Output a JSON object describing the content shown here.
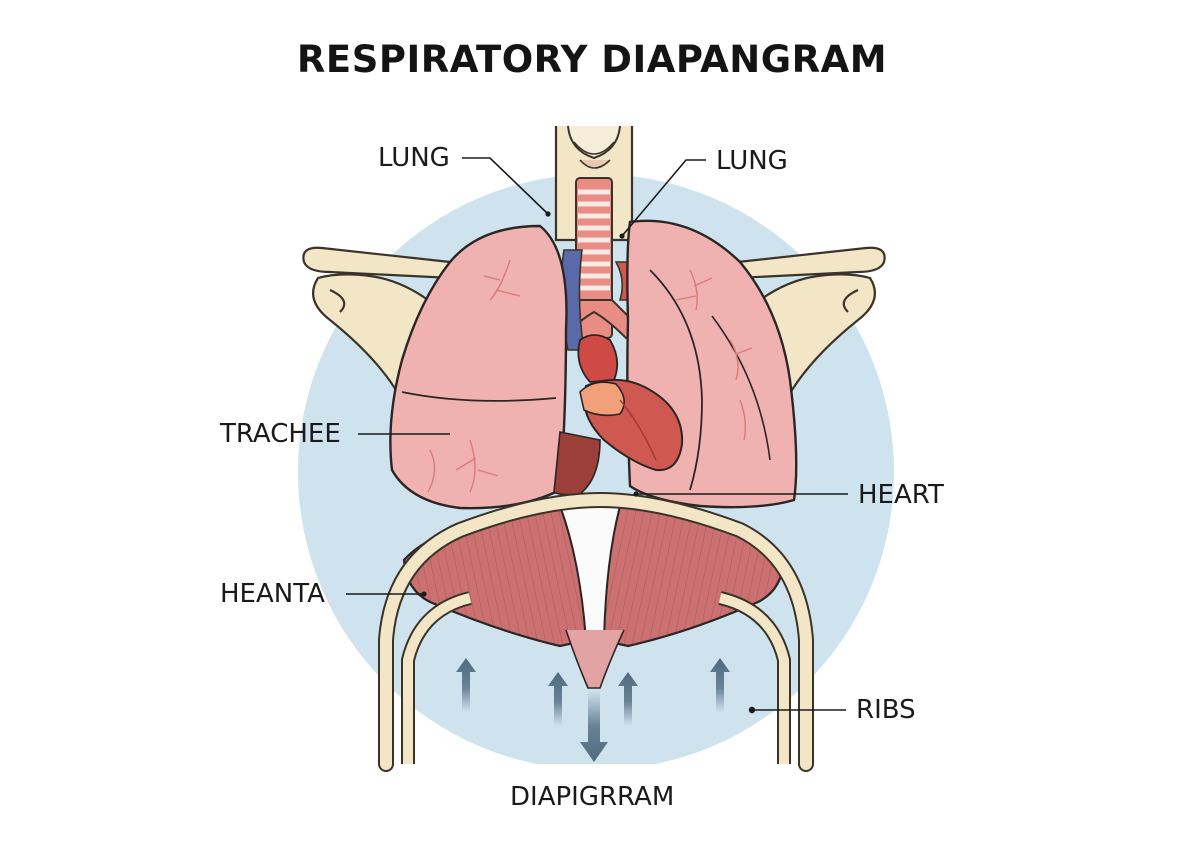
{
  "title": "RESPIRATORY DIAPANGRAM",
  "labels": {
    "lung_left": "LUNG",
    "lung_right": "LUNG",
    "trachee": "TRACHEE",
    "heart": "HEART",
    "heanta": "HEANTA",
    "ribs": "RIBS",
    "diapigrram": "DIAPIGRRAM"
  },
  "colors": {
    "background_circle": "#cfe3ee",
    "lung": "#f0b2b0",
    "lung_outline": "#2a2626",
    "muscle": "#c96a6c",
    "bone": "#f3e6c6",
    "heart": "#cf5850",
    "vein": "#5a6aa8",
    "arrow": "#4f6b80"
  }
}
